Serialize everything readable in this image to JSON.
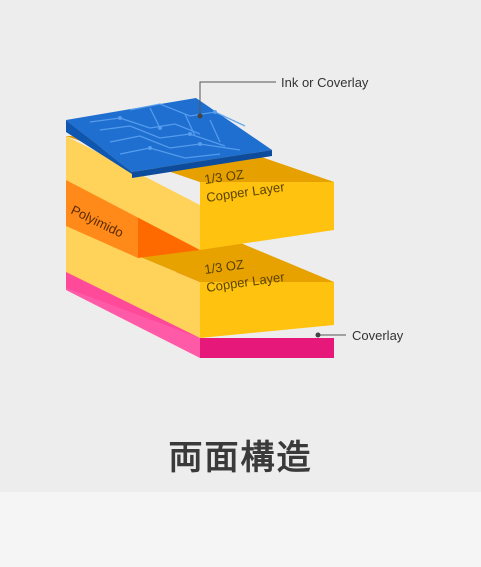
{
  "labels": {
    "top_callout": "Ink or Coverlay",
    "bottom_callout": "Coverlay",
    "upper_copper_line1": "1/3 OZ",
    "upper_copper_line2": "Copper Layer",
    "lower_copper_line1": "1/3 OZ",
    "lower_copper_line2": "Copper Layer",
    "core": "Polyimido"
  },
  "caption": "両面構造",
  "colors": {
    "ink_layer": "#1e6fd0",
    "copper_top": "#e8a200",
    "copper_front": "#ffc20e",
    "copper_side": "#ffd25a",
    "core_front": "#ff6a00",
    "core_side": "#f58220",
    "coverlay": "#e6187a",
    "coverlay_light": "#ff5aa8"
  }
}
